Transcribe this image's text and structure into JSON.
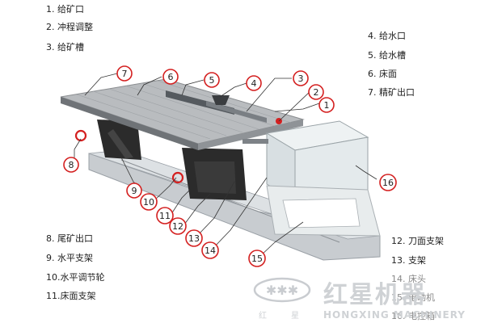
{
  "parts": [
    {
      "num": "1",
      "name": "给矿口"
    },
    {
      "num": "2",
      "name": "冲程调整"
    },
    {
      "num": "3",
      "name": "给矿槽"
    },
    {
      "num": "4",
      "name": "给水口"
    },
    {
      "num": "5",
      "name": "给水槽"
    },
    {
      "num": "6",
      "name": "床面"
    },
    {
      "num": "7",
      "name": "精矿出口"
    },
    {
      "num": "8",
      "name": "尾矿出口"
    },
    {
      "num": "9",
      "name": "水平支架"
    },
    {
      "num": "10",
      "name": "水平调节轮"
    },
    {
      "num": "11",
      "name": "床面支架"
    },
    {
      "num": "12",
      "name": "刀面支架"
    },
    {
      "num": "13",
      "name": "支架"
    },
    {
      "num": "14",
      "name": "床头"
    },
    {
      "num": "15",
      "name": "电动机"
    },
    {
      "num": "16",
      "name": "电控箱"
    }
  ],
  "legend_text": {
    "l1": "1. 给矿口",
    "l2": "2. 冲程调整",
    "l3": "3. 给矿槽",
    "l4": "4. 给水口",
    "l5": "5. 给水槽",
    "l6": "6. 床面",
    "l7": "7. 精矿出口",
    "l8": "8. 尾矿出口",
    "l9": "9. 水平支架",
    "l10": "10.水平调节轮",
    "l11": "11.床面支架",
    "l12": "12. 刀面支架",
    "l13": "13. 支架",
    "l14": "14. 床头",
    "l15": "15. 电动机",
    "l16": "16. 电控箱"
  },
  "watermark": {
    "brand_cn": "红星机器",
    "brand_small_1": "红",
    "brand_small_2": "星",
    "brand_en": "HONGXING MACHINERY"
  },
  "colors": {
    "callout_red": "#d42020",
    "frame_dark": "#2b2b2b",
    "deck_gray": "#b9bcbf",
    "base_light": "#c8ccd0",
    "box_light": "#e4eaec"
  }
}
